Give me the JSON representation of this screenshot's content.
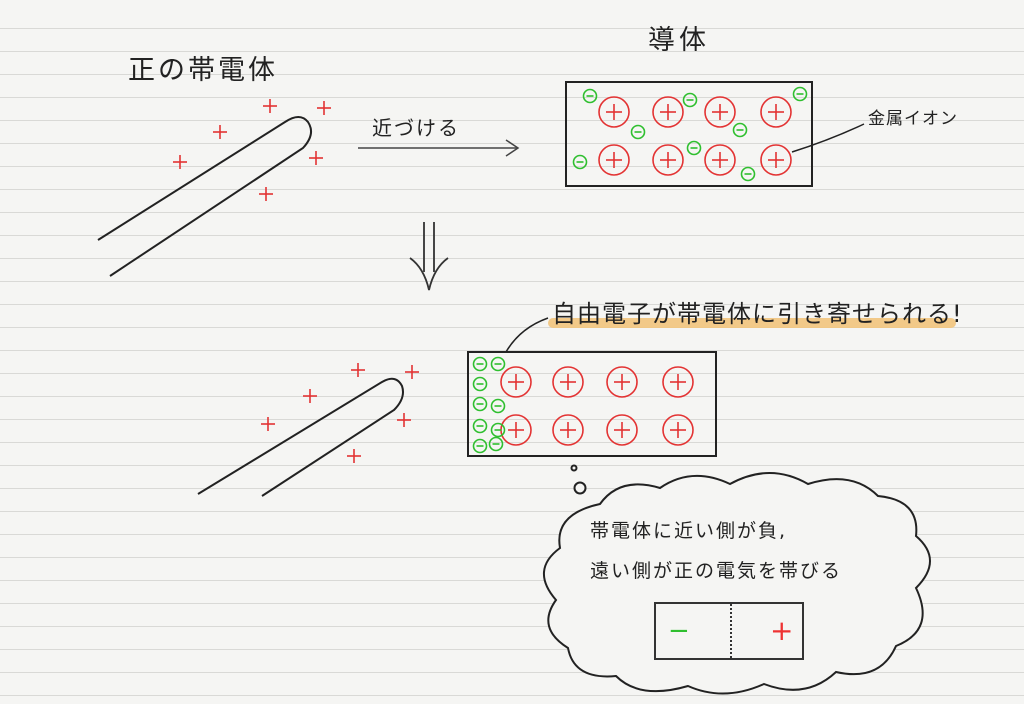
{
  "labels": {
    "charged_body": "正の帯電体",
    "conductor": "導体",
    "approach": "近づける",
    "metal_ion": "金属イオン",
    "free_electrons": "自由電子が帯電体に引き寄せられる!",
    "thought_line1": "帯電体に近い側が負,",
    "thought_line2": "遠い側が正の電気を帯びる"
  },
  "symbols": {
    "positive": "+",
    "negative": "−"
  },
  "colors": {
    "positive": "#e33333",
    "negative": "#2fbf2f",
    "ink": "#222222",
    "highlight": "#f2c47c"
  }
}
